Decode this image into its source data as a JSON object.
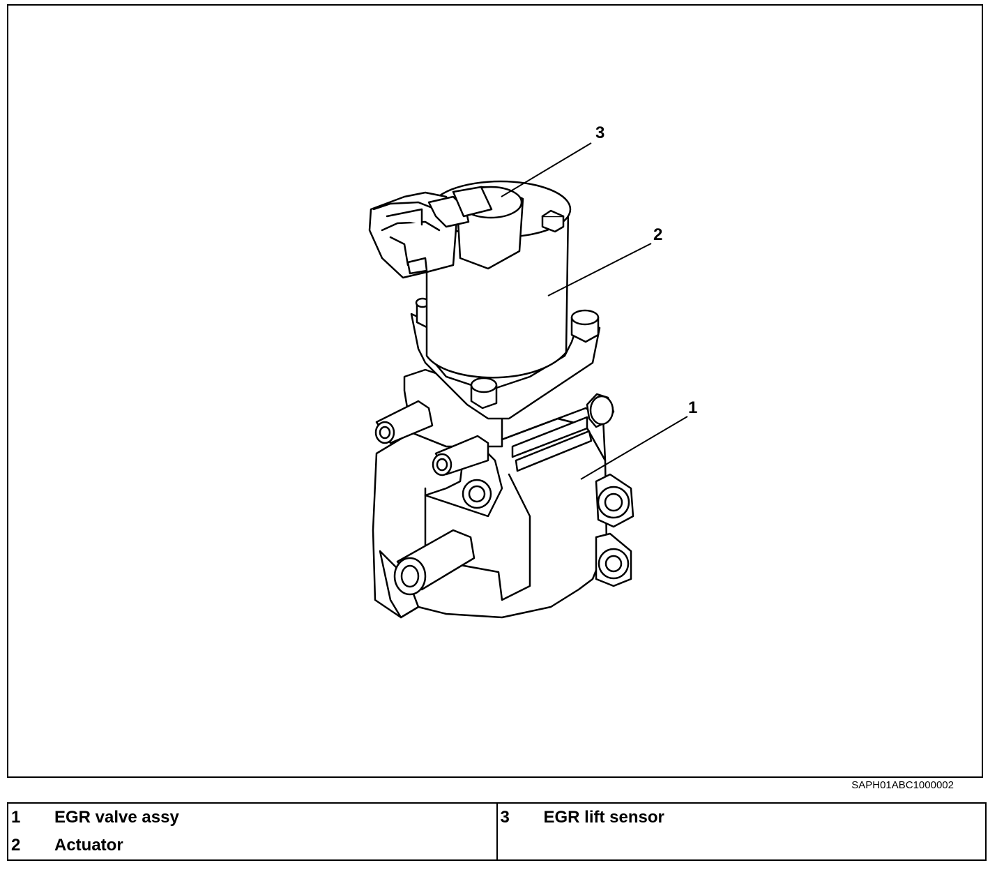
{
  "callouts": {
    "c1": "1",
    "c2": "2",
    "c3": "3"
  },
  "figure_id": "SAPH01ABC1000002",
  "legend": [
    {
      "num": "1",
      "label": "EGR valve assy"
    },
    {
      "num": "2",
      "label": "Actuator"
    },
    {
      "num": "3",
      "label": "EGR lift sensor"
    }
  ]
}
